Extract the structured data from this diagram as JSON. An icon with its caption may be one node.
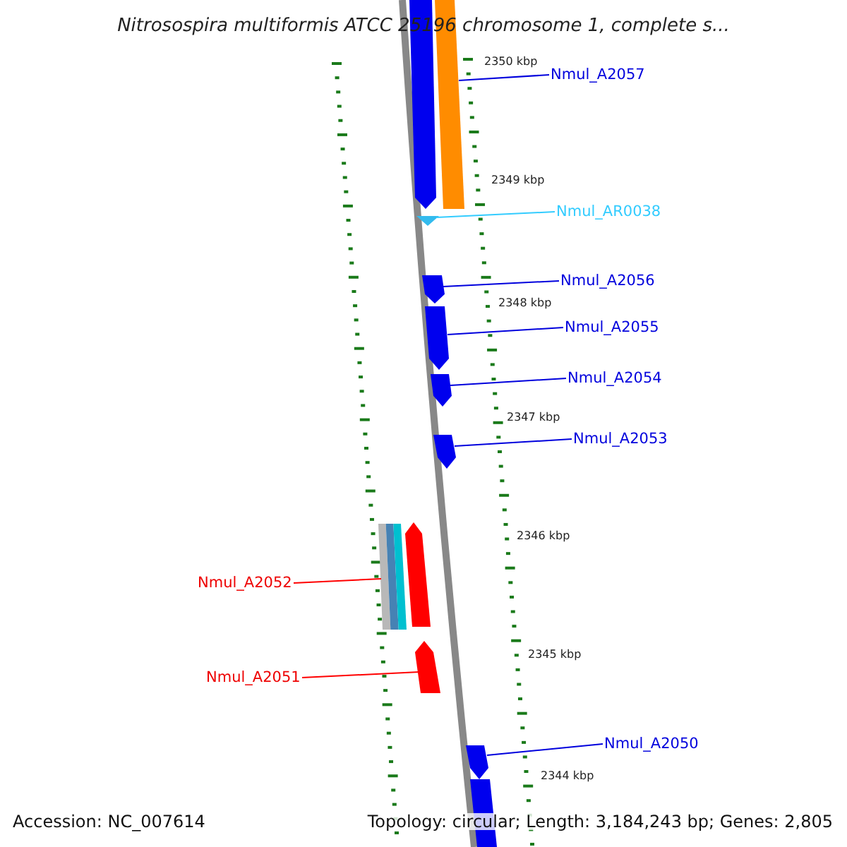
{
  "diagram": {
    "title": "Nitrosospira multiformis ATCC 25196 chromosome 1, complete s...",
    "nodes": [
      {
        "text": [
          "Nmul_A2057"
        ]
      },
      {
        "text": [
          "Nmul_AR0038"
        ]
      },
      {
        "text": [
          "Nmul_A2056"
        ]
      },
      {
        "text": [
          "Nmul_A2055"
        ]
      },
      {
        "text": [
          "Nmul_A2054"
        ]
      },
      {
        "text": [
          "Nmul_A2053"
        ]
      },
      {
        "text": [
          "Nmul_A2052"
        ]
      },
      {
        "text": [
          "Nmul_A2051"
        ]
      },
      {
        "text": [
          "Nmul_A2050"
        ]
      },
      {
        "text": [],
        "shape": "arrow"
      },
      {
        "text": [],
        "shape": "bar"
      },
      {
        "text": [],
        "shape": "triangle"
      },
      {
        "text": [],
        "shape": "arrow"
      },
      {
        "text": [],
        "shape": "arrow"
      },
      {
        "text": [],
        "shape": "arrow"
      },
      {
        "text": [],
        "shape": "arrow"
      },
      {
        "text": [],
        "shape": "bar"
      },
      {
        "text": [],
        "shape": "arrow"
      },
      {
        "text": [],
        "shape": "arrow"
      },
      {
        "text": [],
        "shape": "arrow"
      },
      {
        "text": [],
        "shape": "bar"
      }
    ],
    "edges": [
      {
        "from": 0,
        "to": 10,
        "arrow": "none"
      },
      {
        "from": 1,
        "to": 11,
        "arrow": "none",
        "color": "#33ccff"
      },
      {
        "from": 2,
        "to": 12,
        "arrow": "none"
      },
      {
        "from": 3,
        "to": 13,
        "arrow": "none"
      },
      {
        "from": 4,
        "to": 14,
        "arrow": "none"
      },
      {
        "from": 5,
        "to": 15,
        "arrow": "none"
      },
      {
        "from": 6,
        "to": 16,
        "arrow": "none",
        "color": "#ff0000"
      },
      {
        "from": 7,
        "to": 18,
        "arrow": "none",
        "color": "#ff0000"
      },
      {
        "from": 8,
        "to": 19,
        "arrow": "none"
      }
    ],
    "labels": [
      "2350 kbp",
      "2349 kbp",
      "2348 kbp",
      "2347 kbp",
      "2346 kbp",
      "2345 kbp",
      "2344 kbp",
      "Accession: NC_007614",
      "Topology: circular; Length: 3,184,243 bp; Genes: 2,805"
    ]
  }
}
